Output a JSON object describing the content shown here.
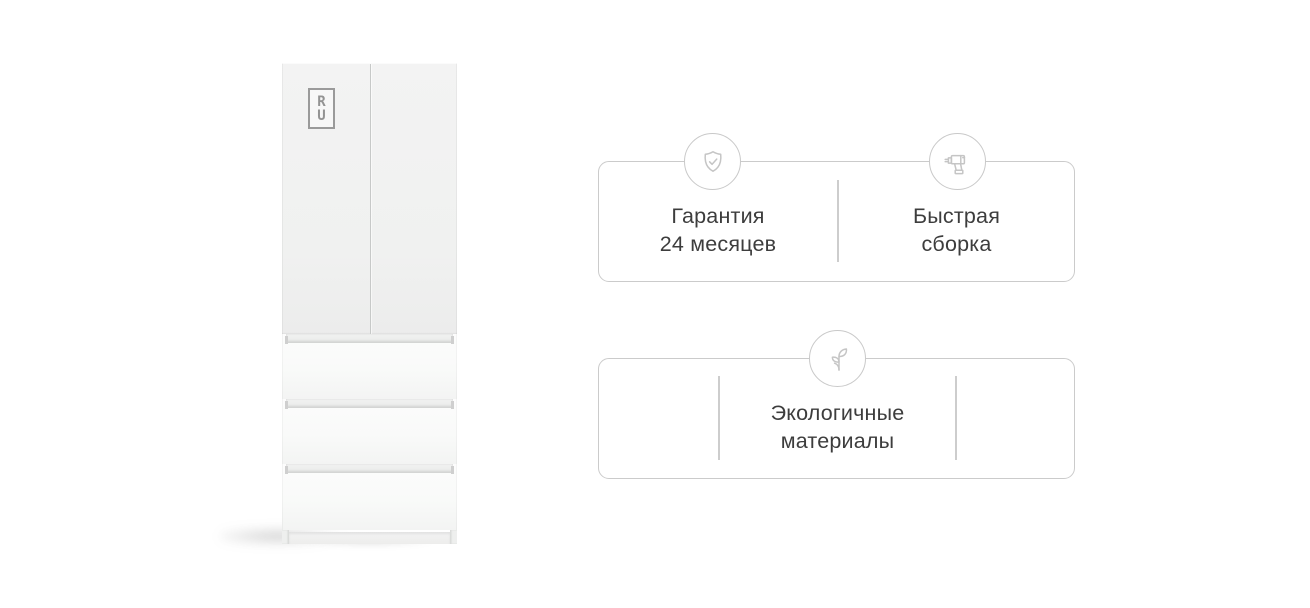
{
  "page": {
    "background": "#ffffff",
    "text_color": "#3d3d3d"
  },
  "product": {
    "kind": "white-wardrobe-with-drawers",
    "brand_badge": {
      "line1": "R",
      "line2": "U"
    },
    "colors": {
      "door": "#f1f2f1",
      "drawer": "#f9faf9",
      "recess": "#e9eae9"
    }
  },
  "features": {
    "border_color": "#cbcbcb",
    "icon_color": "#c5c5c5",
    "cards": [
      {
        "items": [
          {
            "icon": "shield-check-icon",
            "line1": "Гарантия",
            "line2": "24 месяцев"
          },
          {
            "icon": "drill-icon",
            "line1": "Быстрая",
            "line2": "сборка"
          }
        ]
      },
      {
        "items": [
          {
            "icon": "leaf-icon",
            "line1": "Экологичные",
            "line2": "материалы"
          }
        ]
      }
    ]
  }
}
